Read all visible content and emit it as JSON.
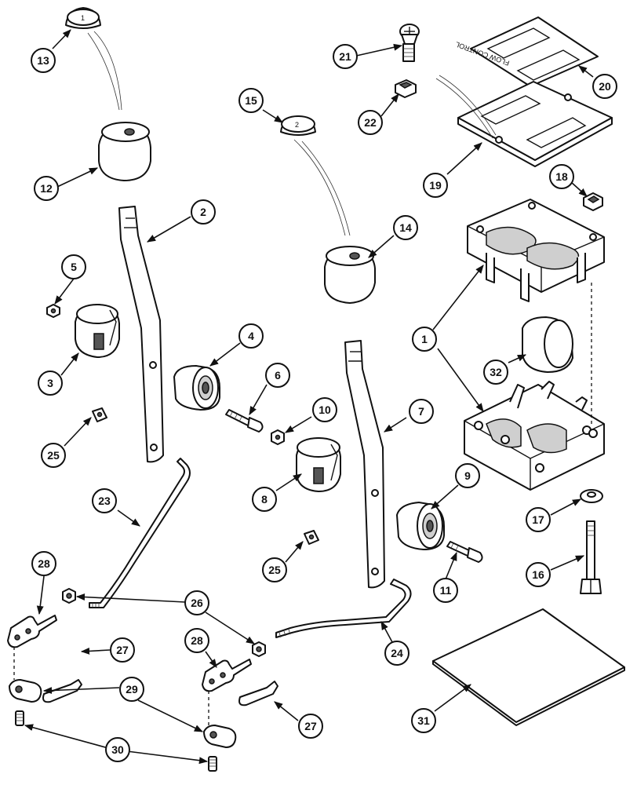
{
  "callouts": [
    "1",
    "2",
    "3",
    "4",
    "5",
    "6",
    "7",
    "8",
    "9",
    "10",
    "11",
    "12",
    "13",
    "14",
    "15",
    "16",
    "17",
    "18",
    "19",
    "20",
    "21",
    "22",
    "23",
    "24",
    "25",
    "26",
    "27",
    "28",
    "29",
    "30",
    "31",
    "32"
  ],
  "decal_text": "FLOW CONTROL",
  "cap13_mark": "1",
  "cap15_mark": "2"
}
